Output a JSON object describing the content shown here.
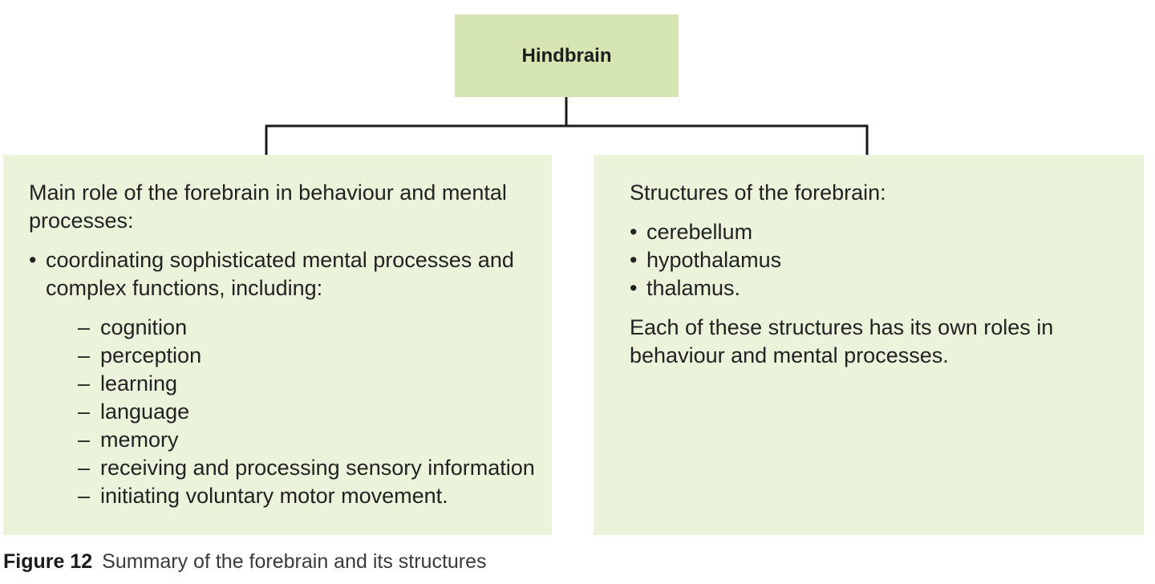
{
  "diagram": {
    "root": {
      "label": "Hindbrain"
    },
    "left_panel": {
      "heading": "Main role of the forebrain in behaviour and mental processes:",
      "bullets": [
        {
          "text": "coordinating sophisticated mental processes and complex functions, including:",
          "subitems": [
            "cognition",
            "perception",
            "learning",
            "language",
            "memory",
            "receiving and processing sensory information",
            "initiating voluntary motor movement."
          ]
        }
      ]
    },
    "right_panel": {
      "heading": "Structures of the forebrain:",
      "bullets": [
        "cerebellum",
        "hypothalamus",
        "thalamus."
      ],
      "note": "Each of these structures has its own roles in behaviour and mental processes."
    }
  },
  "caption": {
    "label": "Figure 12",
    "text": "Summary of the forebrain and its structures"
  },
  "colors": {
    "root_fill": "#d6e6b2",
    "panel_fill": "#ebf3da",
    "connector": "#1a1a1a"
  }
}
